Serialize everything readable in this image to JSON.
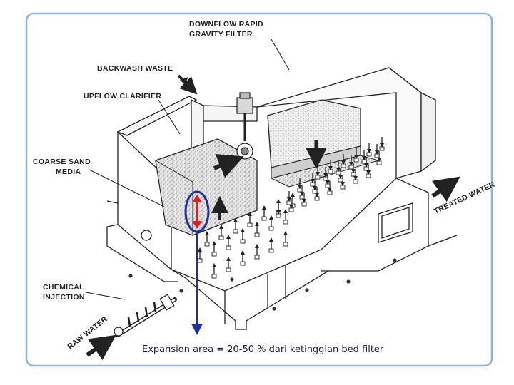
{
  "labels": {
    "downflow_line1": "DOWNFLOW RAPID",
    "downflow_line2": "GRAVITY FILTER",
    "backwash": "BACKWASH WASTE",
    "upflow": "UPFLOW CLARIFIER",
    "coarse_line1": "COARSE SAND",
    "coarse_line2": "MEDIA",
    "treated": "TREATED WATER",
    "chemical_line1": "CHEMICAL",
    "chemical_line2": "INJECTION",
    "raw": "RAW WATER"
  },
  "caption": "Expansion area = 20-50 % dari ketinggian bed filter",
  "colors": {
    "frame": "#8fb3d9",
    "highlight_ellipse": "#1f2f9a",
    "expansion_arrow": "#e02020",
    "pointer_line": "#1f2f9a",
    "line_art": "#222222"
  },
  "icons": {
    "flow_arrow": "arrow-icon",
    "nozzle": "nozzle-icon",
    "motor": "motor-icon"
  }
}
